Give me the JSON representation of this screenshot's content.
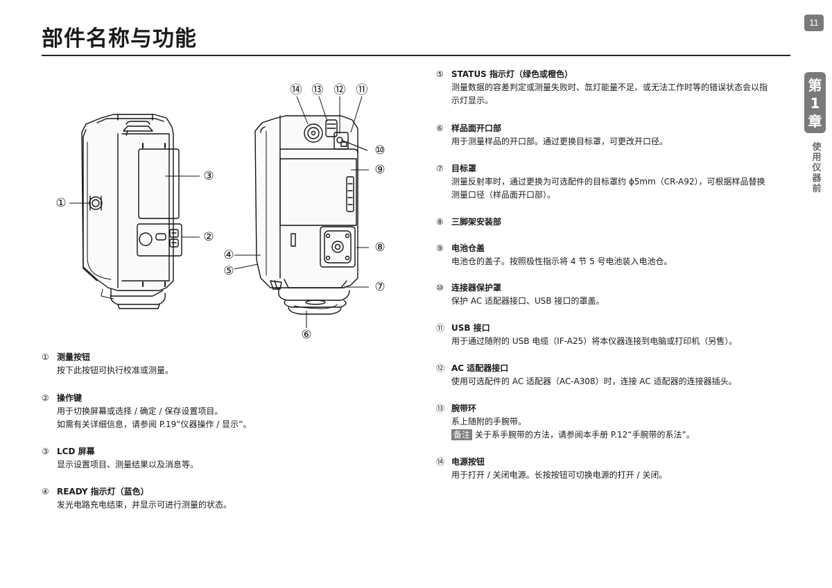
{
  "page": {
    "title": "部件名称与功能",
    "number": "11",
    "chapter": {
      "label_top": "第",
      "label_num": "1",
      "label_bottom": "章"
    },
    "side_label": [
      "使",
      "用",
      "仪",
      "器",
      "前"
    ]
  },
  "figure": {
    "callouts": [
      "①",
      "②",
      "③",
      "④",
      "⑤",
      "⑥",
      "⑦",
      "⑧",
      "⑨",
      "⑩",
      "⑪",
      "⑫",
      "⑬",
      "⑭"
    ]
  },
  "items_left": [
    {
      "num": "①",
      "title": "测量按钮",
      "lines": [
        "按下此按钮可执行校准或测量。"
      ]
    },
    {
      "num": "②",
      "title": "操作键",
      "lines": [
        "用于切换屏幕或选择 / 确定 / 保存设置项目。",
        "如需有关详细信息，请参阅 P.19“仪器操作 / 显示”。"
      ]
    },
    {
      "num": "③",
      "title": "LCD 屏幕",
      "lines": [
        "显示设置项目、测量结果以及消息等。"
      ]
    },
    {
      "num": "④",
      "title": "READY 指示灯（蓝色）",
      "lines": [
        "发光电路充电结束，并显示可进行测量的状态。"
      ]
    }
  ],
  "items_right": [
    {
      "num": "⑤",
      "title": "STATUS 指示灯（绿色或橙色）",
      "lines": [
        "测量数据的容差判定或测量失败时、氙灯能量不足、或无法工作时等的错误状态会以指",
        "示灯显示。"
      ]
    },
    {
      "num": "⑥",
      "title": "样品面开口部",
      "lines": [
        "用于测量样品的开口部。通过更换目标罩，可更改开口径。"
      ]
    },
    {
      "num": "⑦",
      "title": "目标罩",
      "lines": [
        "测量反射率时，通过更换为可选配件的目标罩约 ϕ5mm（CR-A92），可根据样品替换",
        "测量口径（样品面开口部）。"
      ]
    },
    {
      "num": "⑧",
      "title": "三脚架安装部",
      "lines": []
    },
    {
      "num": "⑨",
      "title": "电池仓盖",
      "lines": [
        "电池仓的盖子。按照极性指示将 4 节 5 号电池装入电池仓。"
      ]
    },
    {
      "num": "⑩",
      "title": "连接器保护罩",
      "lines": [
        "保护 AC 适配器接口、USB 接口的罩盖。"
      ]
    },
    {
      "num": "⑪",
      "title": "USB 接口",
      "lines": [
        "用于通过随附的 USB 电缆（IF-A25）将本仪器连接到电脑或打印机（另售）。"
      ]
    },
    {
      "num": "⑫",
      "title": "AC 适配器接口",
      "lines": [
        "使用可选配件的 AC 适配器（AC-A308）时，连接 AC 适配器的连接器插头。"
      ]
    },
    {
      "num": "⑬",
      "title": "腕带环",
      "lines": [
        "系上随附的手腕带。"
      ],
      "note_tag": "备注",
      "note": "关于系手腕带的方法，请参阅本手册 P.12“手腕带的系法”。"
    },
    {
      "num": "⑭",
      "title": "电源按钮",
      "lines": [
        "用于打开 / 关闭电源。长按按钮可切换电源的打开 / 关闭。"
      ]
    }
  ]
}
